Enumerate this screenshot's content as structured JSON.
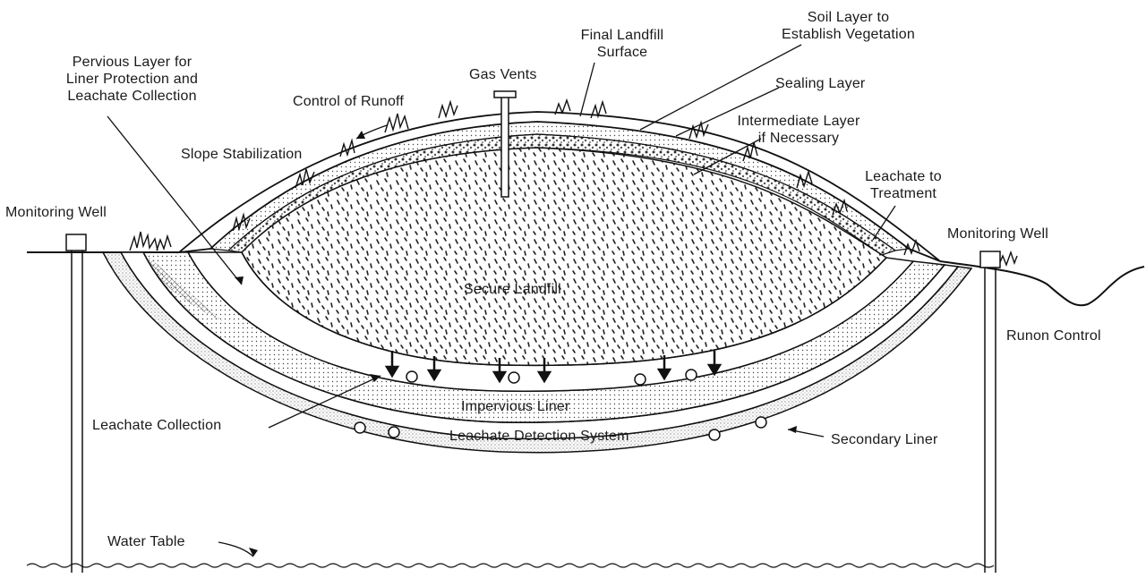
{
  "labels": {
    "pervious_layer": [
      "Pervious Layer for",
      "Liner Protection and",
      "Leachate Collection"
    ],
    "gas_vents": "Gas Vents",
    "final_landfill_surface": [
      "Final Landfill",
      "Surface"
    ],
    "soil_layer": [
      "Soil Layer to",
      "Establish Vegetation"
    ],
    "control_of_runoff": "Control of Runoff",
    "sealing_layer": "Sealing Layer",
    "intermediate_layer": [
      "Intermediate Layer",
      "if Necessary"
    ],
    "slope_stabilization": "Slope Stabilization",
    "leachate_to_treatment": [
      "Leachate to",
      "Treatment"
    ],
    "monitoring_well_left": "Monitoring Well",
    "monitoring_well_right": "Monitoring Well",
    "secure_landfill": "Secure Landfill",
    "runon_control": "Runon Control",
    "impervious_liner": "Impervious Liner",
    "leachate_collection": "Leachate Collection",
    "leachate_detection_system": "Leachate Detection System",
    "secondary_liner": "Secondary Liner",
    "water_table": "Water Table"
  }
}
